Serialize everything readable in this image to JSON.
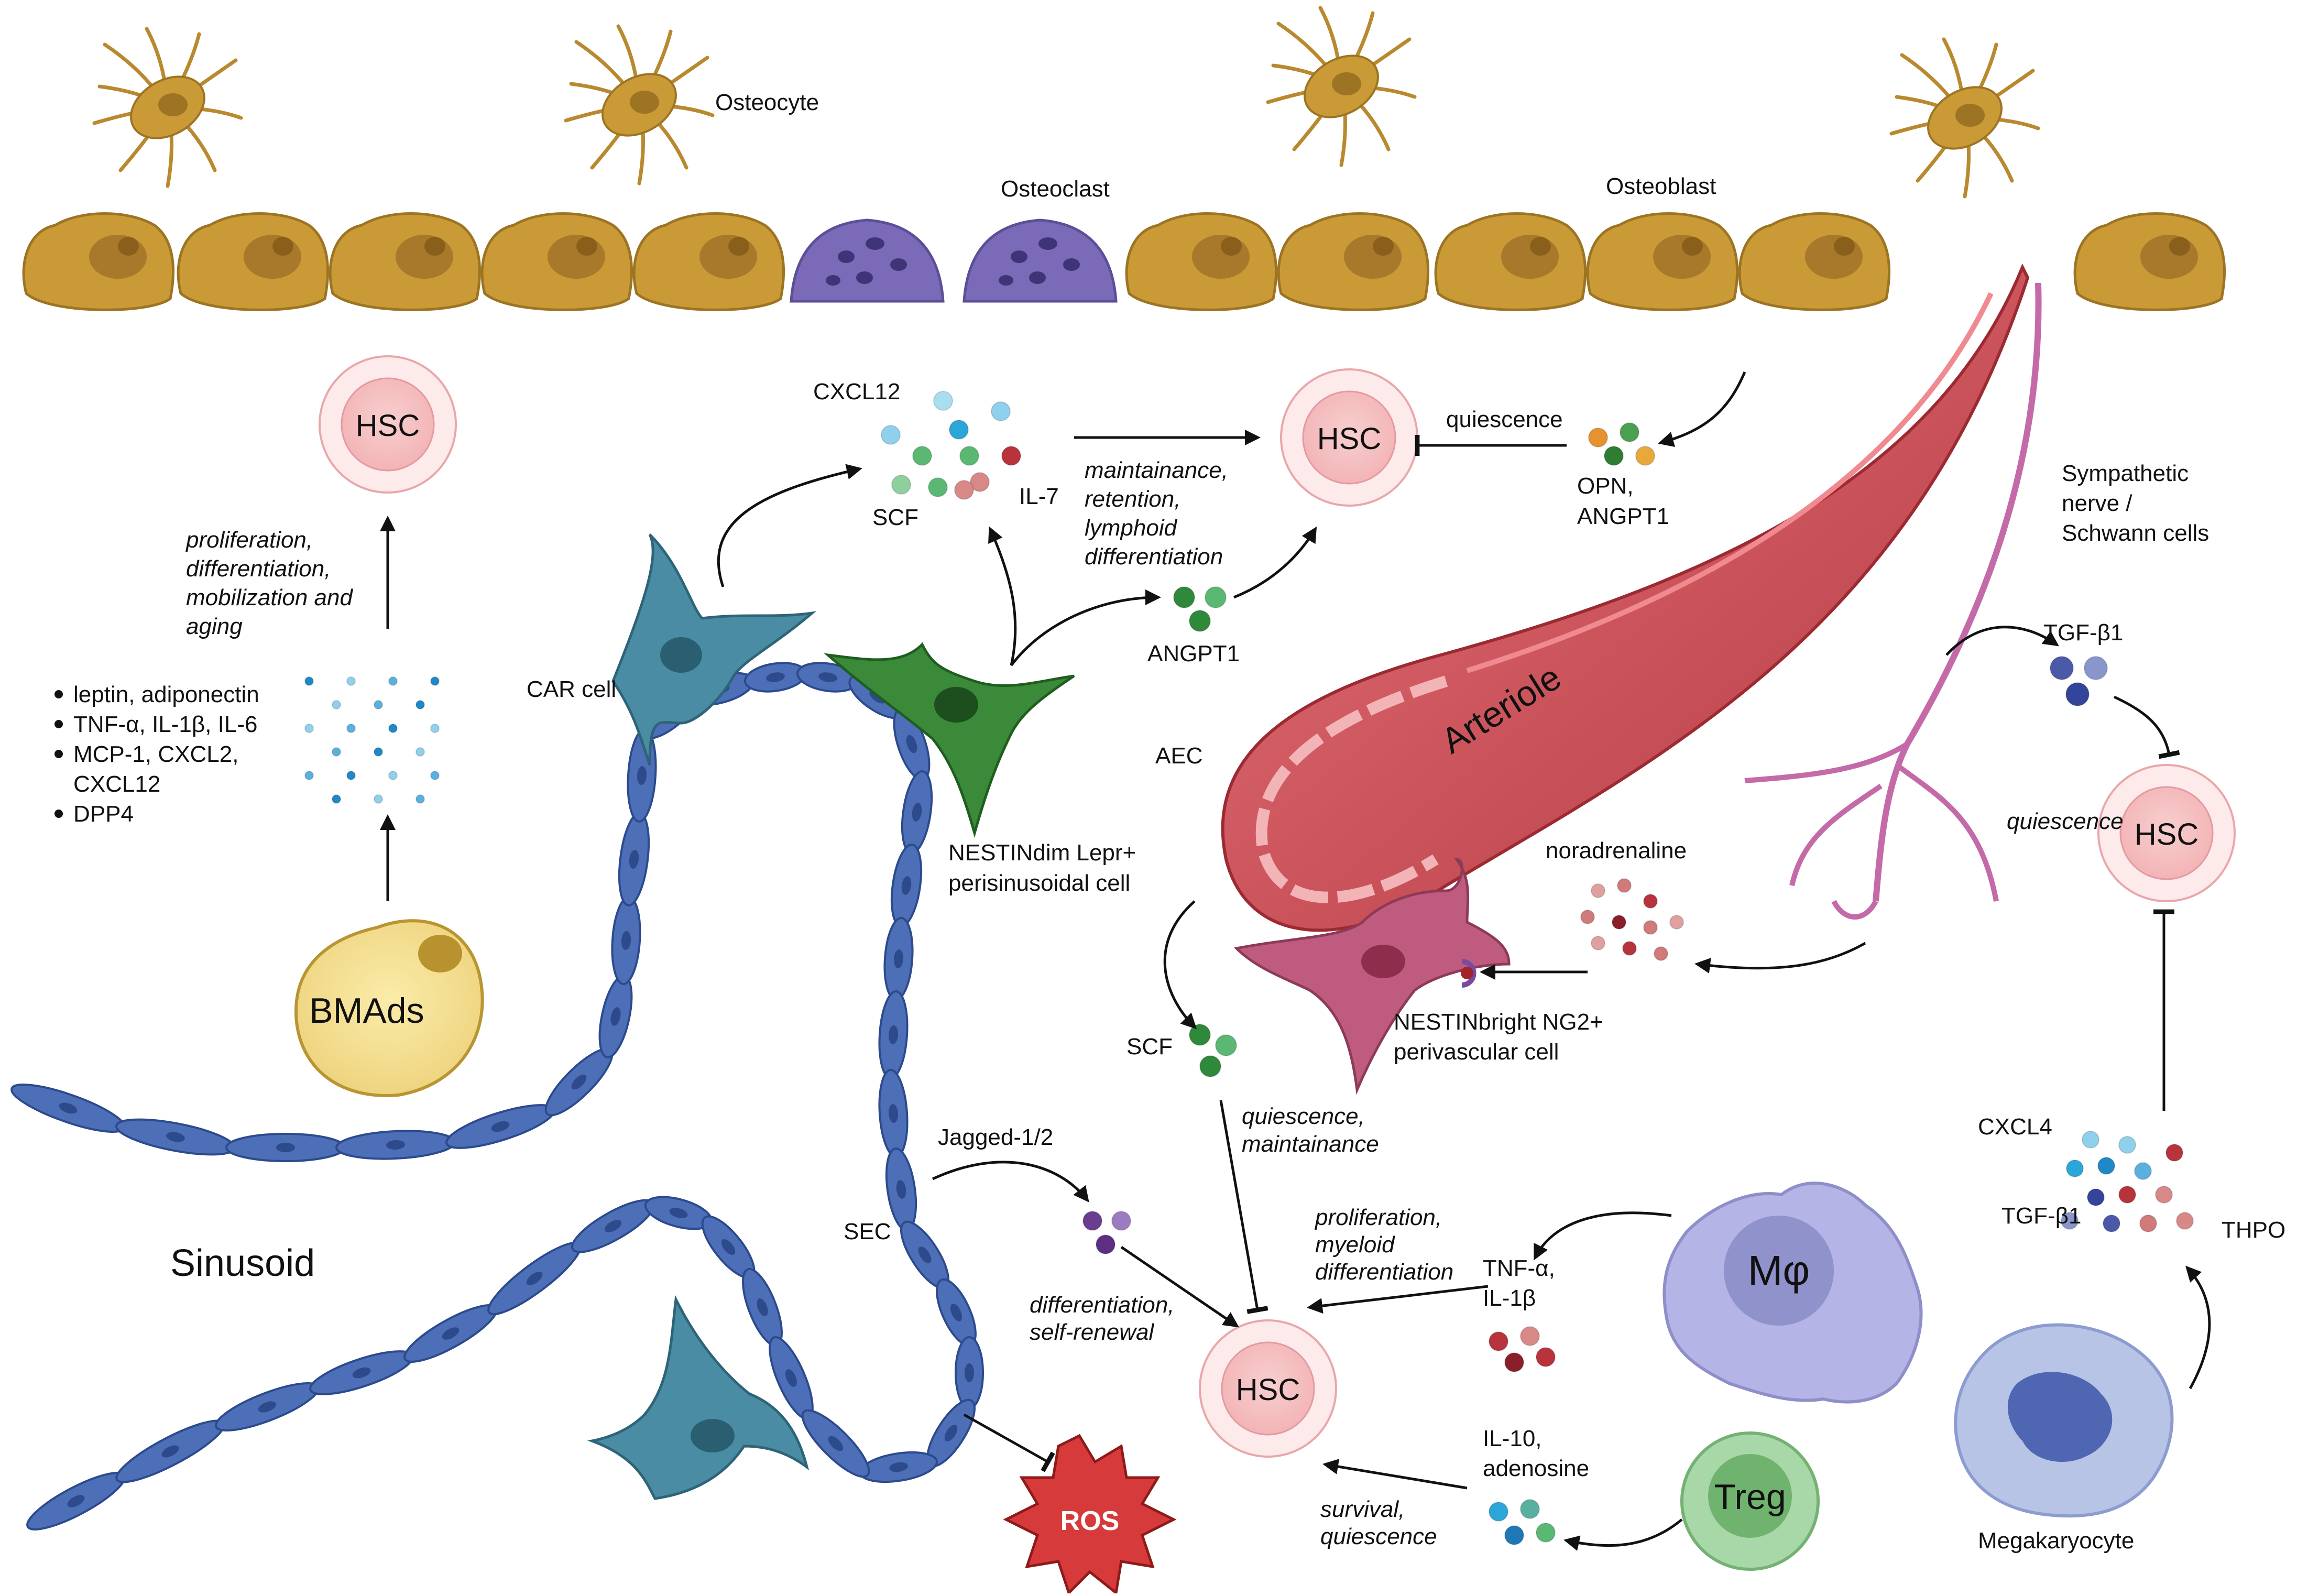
{
  "labels": {
    "osteocyte": "Osteocyte",
    "osteoclast": "Osteoclast",
    "osteoblast": "Osteoblast",
    "sympathetic_nerve": [
      "Sympathetic",
      "nerve /",
      "Schwann cells"
    ],
    "car_cell": "CAR cell",
    "nestindim": [
      "NESTINdim Lepr+",
      "perisinusoidal cell"
    ],
    "nestinbright": [
      "NESTINbright NG2+",
      "perivascular cell"
    ],
    "aec": "AEC",
    "arteriole": "Arteriole",
    "sinusoid": "Sinusoid",
    "sec": "SEC",
    "megakaryocyte": "Megakaryocyte",
    "ros": "ROS",
    "bmads": "BMAds",
    "macrophage": "Mφ",
    "treg": "Treg",
    "hsc": "HSC"
  },
  "factors": {
    "cxcl12": "CXCL12",
    "scf_top": "SCF",
    "il7": "IL-7",
    "angpt1_mid": "ANGPT1",
    "opn_angpt1": [
      "OPN,",
      "ANGPT1"
    ],
    "quiescence_label": "quiescence",
    "tgfb1_top": "TGF-β1",
    "noradrenaline": "noradrenaline",
    "scf_lower": "SCF",
    "jagged": "Jagged-1/2",
    "tnf_il1b": [
      "TNF-α,",
      "IL-1β"
    ],
    "il10_adenosine": [
      "IL-10,",
      "adenosine"
    ],
    "cxcl4": "CXCL4",
    "tgfb1_bottom": "TGF-β1",
    "thpo": "THPO"
  },
  "bmad_factors": [
    "leptin, adiponectin",
    "TNF-α, IL-1β, IL-6",
    "MCP-1, CXCL2,",
    "CXCL12",
    "DPP4"
  ],
  "effects": {
    "bmad_effect": [
      "proliferation,",
      "differentiation,",
      "mobilization and",
      "aging"
    ],
    "niche_effect": [
      "maintainance,",
      "retention,",
      "lymphoid",
      "differentiation"
    ],
    "nerve_quiescence": "quiescence",
    "scf_effect": [
      "quiescence,",
      "maintainance"
    ],
    "macrophage_effect": [
      "proliferation,",
      "myeloid",
      "differentiation"
    ],
    "jagged_effect": [
      "differentiation,",
      "self-renewal"
    ],
    "treg_effect": [
      "survival,",
      "quiescence"
    ]
  },
  "colors": {
    "bone": "#c99a36",
    "osteoclast": "#7a6ab8",
    "sinusoid": "#4d6fb8",
    "car": "#4a8ca3",
    "nestindim": "#3b8a3a",
    "arteriole": "#c8444c",
    "nerve": "#c46aa8",
    "hsc": "#f4b8b8",
    "ros": "#d63a3a"
  }
}
